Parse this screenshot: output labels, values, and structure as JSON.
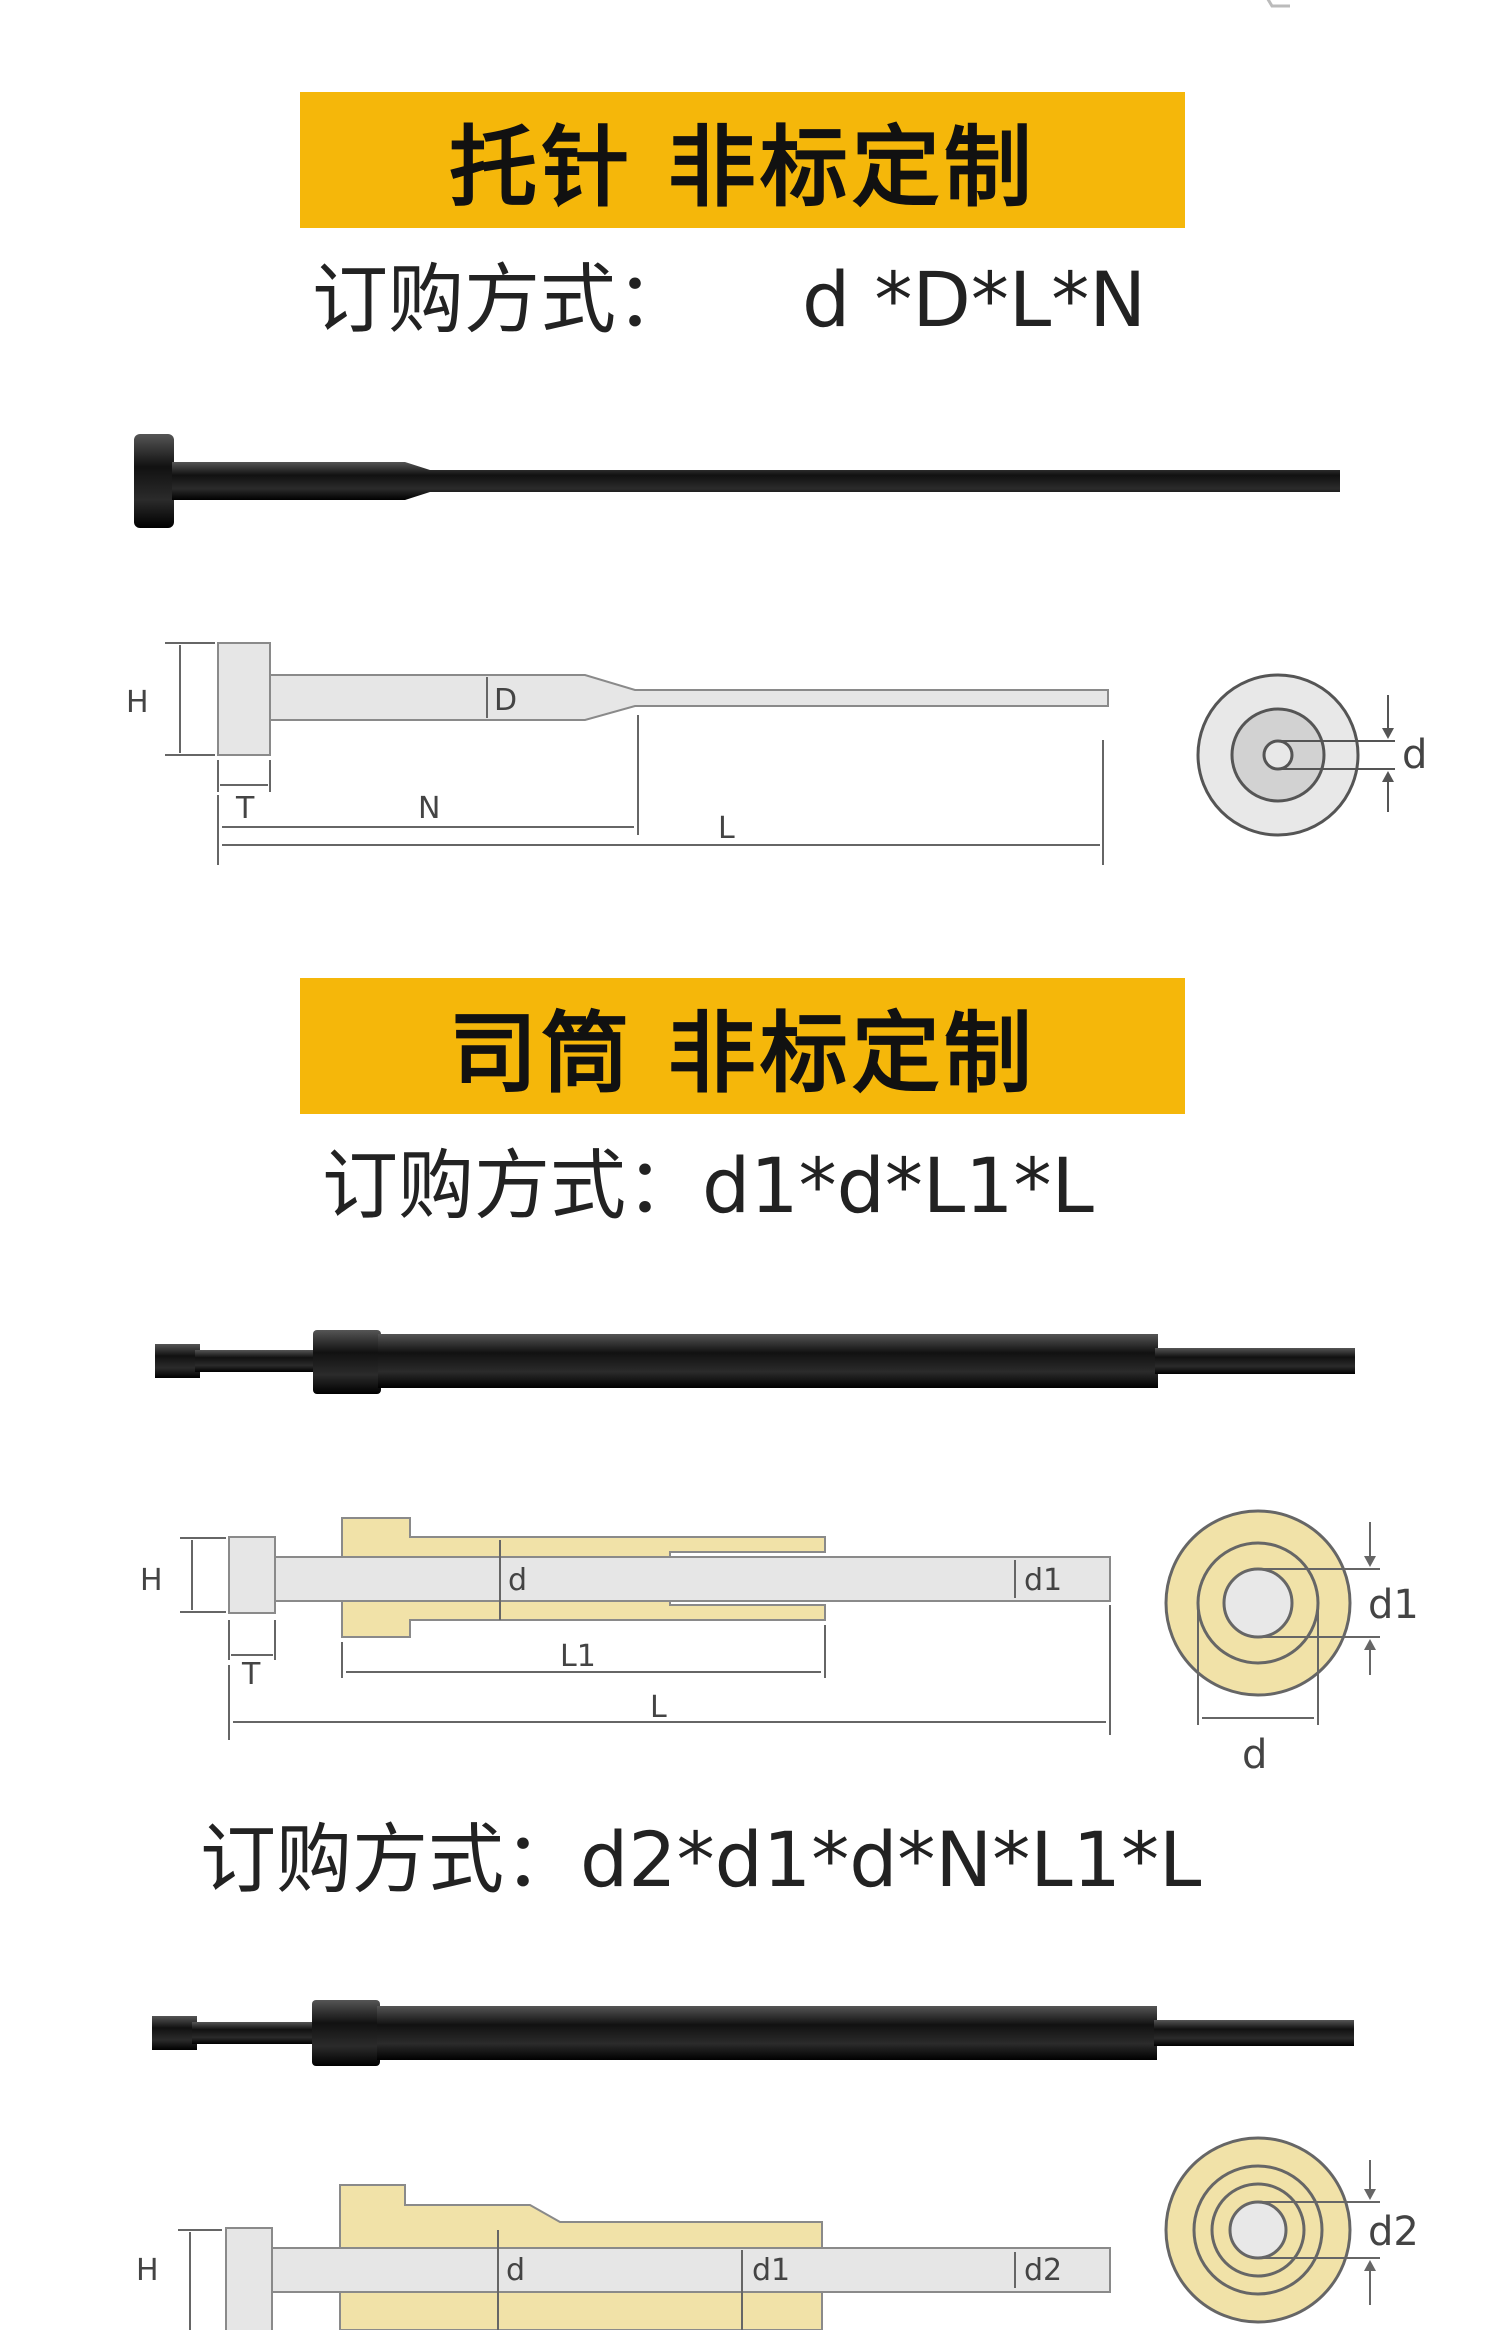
{
  "sections": [
    {
      "title": "托针 非标定制",
      "order_label": "订购方式：",
      "order_formula": "d *D*L*N",
      "labels": {
        "H": "H",
        "D": "D",
        "T": "T",
        "N": "N",
        "L": "L",
        "d": "d"
      }
    },
    {
      "title": "司筒 非标定制",
      "order_label": "订购方式：",
      "order_formula": "d1*d*L1*L",
      "labels": {
        "H": "H",
        "d": "d",
        "d1": "d1",
        "T": "T",
        "L1": "L1",
        "L": "L",
        "end_d1": "d1",
        "end_d": "d"
      }
    },
    {
      "order_label": "订购方式：",
      "order_formula": "d2*d1*d*N*L1*L",
      "labels": {
        "H": "H",
        "d": "d",
        "d1": "d1",
        "d2": "d2",
        "end_d2": "d2"
      }
    }
  ],
  "colors": {
    "banner": "#f5b70a",
    "sleeve_fill": "#f1e2a8",
    "pin_fill": "#e6e6e6",
    "rod": "#1c1c1c"
  }
}
